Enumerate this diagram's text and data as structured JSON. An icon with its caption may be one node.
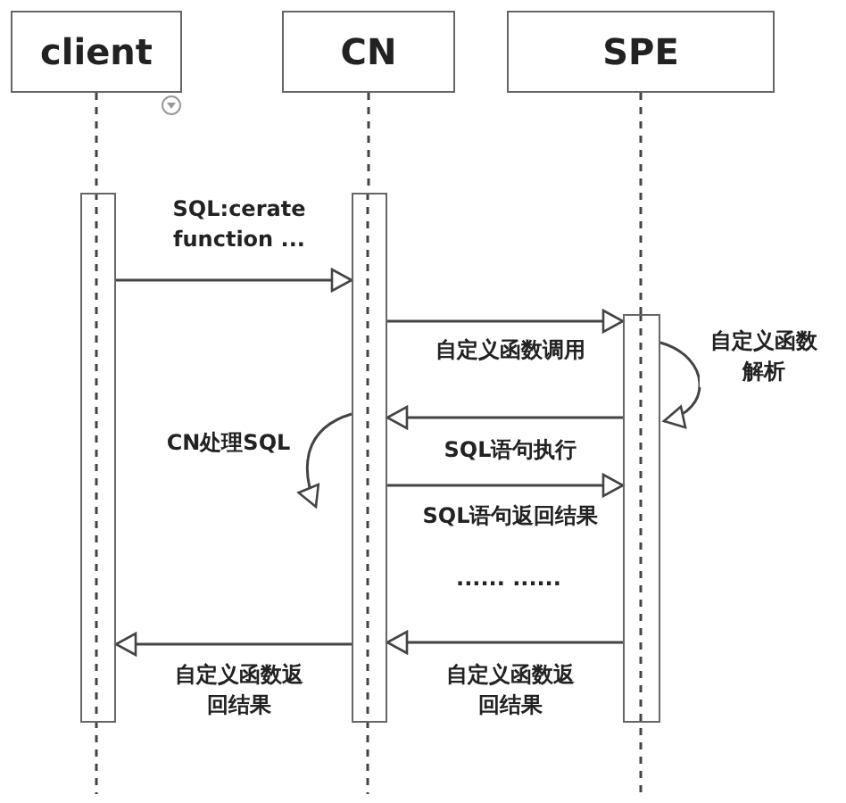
{
  "diagram": {
    "nodes": [
      {
        "text": [
          "client"
        ]
      },
      {
        "text": [
          "CN"
        ]
      },
      {
        "text": [
          "SPE"
        ]
      },
      {
        "text": [],
        "shape": "bar"
      },
      {
        "text": [],
        "shape": "bar"
      },
      {
        "text": [],
        "shape": "bar"
      }
    ],
    "edges": [
      {
        "from": 0,
        "to": 3,
        "arrow": "none",
        "style": "dashed"
      },
      {
        "from": 1,
        "to": 4,
        "arrow": "none",
        "style": "dashed"
      },
      {
        "from": 2,
        "to": 5,
        "arrow": "none",
        "style": "dashed"
      },
      {
        "from": 3,
        "to": 4,
        "arrow": "to",
        "label": "SQL:cerate function ..."
      },
      {
        "from": 4,
        "to": 5,
        "arrow": "to",
        "label": "自定义函数调用"
      },
      {
        "from": 5,
        "to": 5,
        "arrow": "to",
        "label": "自定义函数解析"
      },
      {
        "from": 5,
        "to": 4,
        "arrow": "to",
        "label": "SQL语句执行"
      },
      {
        "from": 4,
        "to": null,
        "arrow": "to",
        "label": "CN处理SQL"
      },
      {
        "from": 4,
        "to": 5,
        "arrow": "to",
        "label": "SQL语句返回结果"
      },
      {
        "from": 5,
        "to": 4,
        "arrow": "to",
        "label": "自定义函数返回结果"
      },
      {
        "from": 4,
        "to": 3,
        "arrow": "to",
        "label": "自定义函数返回结果"
      }
    ],
    "labels": [
      "...... ......"
    ]
  }
}
